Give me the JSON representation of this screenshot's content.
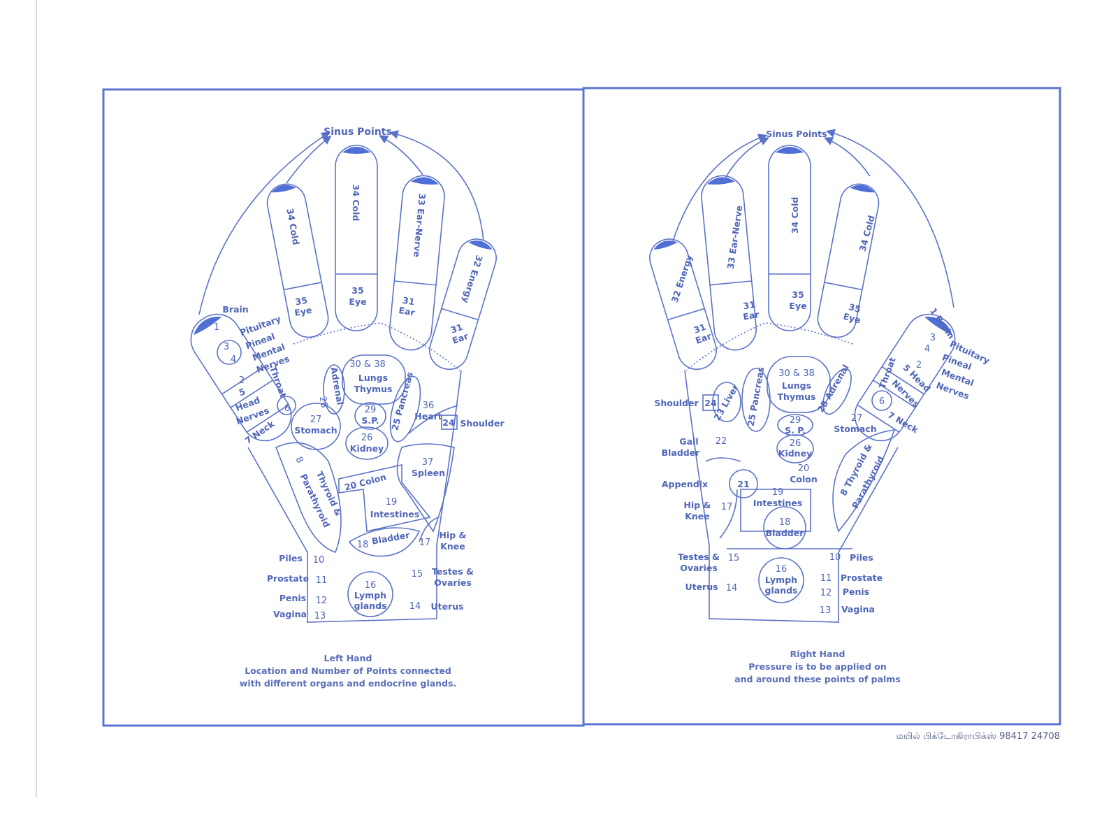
{
  "colors": {
    "line": "#5b72c9",
    "text": "#5066b8",
    "tip": "#4f6fd6"
  },
  "left_hand": {
    "sinus": "Sinus Points",
    "f1": "34 Cold",
    "f2": "34 Cold",
    "f3": "33 Ear-Nerve",
    "f4": "32 Energy",
    "eye1": "35",
    "eye1b": "Eye",
    "eye2": "35",
    "eye2b": "Eye",
    "ear1": "31",
    "ear1b": "Ear",
    "ear2": "31",
    "ear2b": "Ear",
    "brain": "Brain",
    "p1": "1",
    "p3": "3",
    "p4": "4",
    "pituitary": "Pituitary",
    "pineal": "Pineal",
    "mental": "Mental",
    "nerves": "Nerves",
    "p2": "2",
    "p5": "5",
    "head": "Head",
    "nerves2": "Nerves",
    "p6": "6",
    "throat": "Throat",
    "neck": "7  Neck",
    "lungs_n": "30 & 38",
    "lungs": "Lungs",
    "thymus": "Thymus",
    "adrenal": "Adrenal",
    "adrenal_n": "28",
    "sp_n": "29",
    "sp": "S.P.",
    "pancreas": "25  Pancreas",
    "heart_n": "36",
    "heart": "Heart",
    "shoulder_n": "24",
    "shoulder": "Shoulder",
    "stomach_n": "27",
    "stomach": "Stomach",
    "kidney_n": "26",
    "kidney": "Kidney",
    "spleen_n": "37",
    "spleen": "Spleen",
    "thyroid_n": "8",
    "thyroid": "Thyroid &",
    "parathyroid": "Parathyroid",
    "colon": "20  Colon",
    "intestines_n": "19",
    "intestines": "Intestines",
    "bladder_n": "18",
    "bladder": "Bladder",
    "hip_n": "17",
    "hip": "Hip &",
    "knee": "Knee",
    "piles": "Piles",
    "piles_n": "10",
    "prostate": "Prostate",
    "prostate_n": "11",
    "penis": "Penis",
    "penis_n": "12",
    "vagina": "Vagina",
    "vagina_n": "13",
    "lymph_n": "16",
    "lymph": "Lymph",
    "glands": "glands",
    "testes_n": "15",
    "testes": "Testes &",
    "ovaries": "Ovaries",
    "uterus_n": "14",
    "uterus": "Uterus",
    "caption": [
      "Left Hand",
      "Location and Number of Points connected",
      "with different organs and endocrine glands."
    ]
  },
  "right_hand": {
    "sinus": "Sinus Points",
    "f1": "32 Energy",
    "f2": "33 Ear-Nerve",
    "f3": "34 Cold",
    "f4": "34 Cold",
    "ear1": "31",
    "ear1b": "Ear",
    "ear2": "31",
    "ear2b": "Ear",
    "eye1": "35",
    "eye1b": "Eye",
    "eye2": "35",
    "eye2b": "Eye",
    "brain": "1 Brain",
    "p3": "3",
    "p4": "4",
    "pituitary": "Pituitary",
    "pineal": "Pineal",
    "mental": "Mental",
    "nerves": "Nerves",
    "p2": "2",
    "head": "5 Head",
    "nerves2": "Nerves",
    "throat": "Throat",
    "p6": "6",
    "neck": "7 Neck",
    "shoulder": "Shoulder",
    "shoulder_n": "24",
    "liver": "23 Liver",
    "pancreas": "25 Pancreas",
    "lungs_n": "30 & 38",
    "lungs": "Lungs",
    "thymus": "Thymus",
    "adrenal": "28 Adrenal",
    "stomach_n": "27",
    "stomach": "Stomach",
    "sp_n": "29",
    "sp": "S. P.",
    "kidney_n": "26",
    "kidney": "Kidney",
    "gall_n": "22",
    "gall": "Gall",
    "bladder2": "Bladder",
    "colon_n": "20",
    "colon": "Colon",
    "thyroid": "8 Thyroid &",
    "parathyroid": "Parathyroid",
    "appendix": "Appendix",
    "appendix_n": "21",
    "intestines_n": "19",
    "intestines": "Intestines",
    "hip_n": "17",
    "hip": "Hip &",
    "knee": "Knee",
    "bladder_n": "18",
    "bladder": "Bladder",
    "testes": "Testes &",
    "ovaries": "Ovaries",
    "testes_n": "15",
    "piles": "Piles",
    "piles_n": "10",
    "lymph_n": "16",
    "lymph": "Lymph",
    "glands": "glands",
    "prostate": "Prostate",
    "prostate_n": "11",
    "penis": "Penis",
    "penis_n": "12",
    "vagina": "Vagina",
    "vagina_n": "13",
    "uterus": "Uterus",
    "uterus_n": "14",
    "caption": [
      "Right Hand",
      "Pressure is to be applied on",
      "and around these points of palms"
    ]
  },
  "footer": "மயில் பிக்டோகிராபிக்ஸ் 98417 24708"
}
